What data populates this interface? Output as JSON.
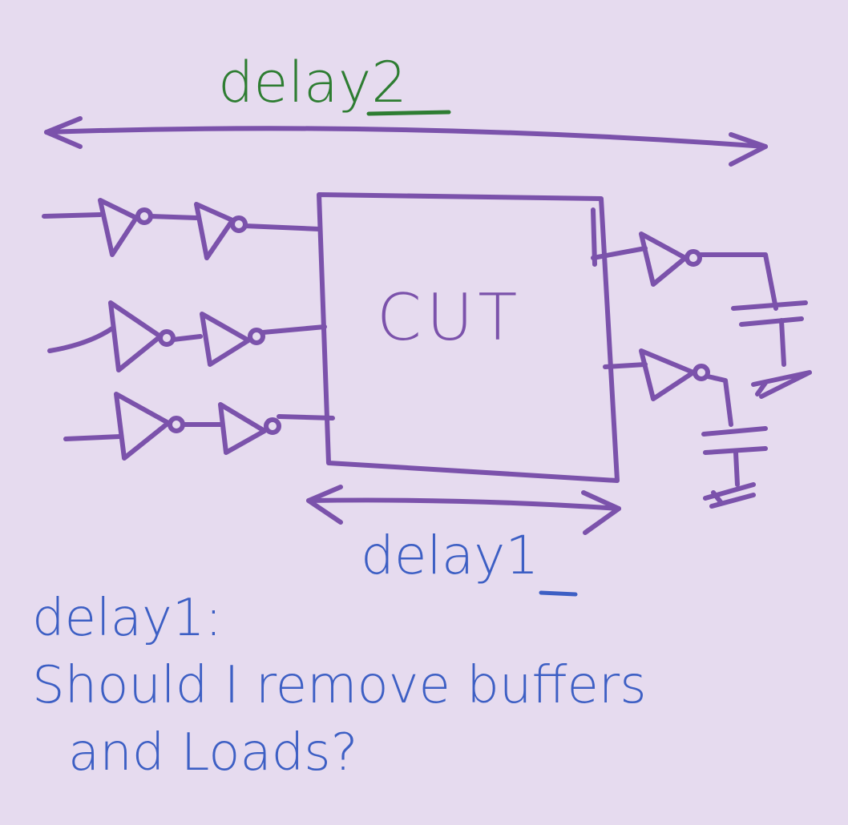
{
  "labels": {
    "top_delay": "delay2",
    "block": "CUT",
    "bottom_delay": "delay1"
  },
  "note": {
    "line1": "delay1:",
    "line2": "Should I remove buffers",
    "line3": "and Loads?"
  },
  "colors": {
    "background": "#e6dbef",
    "circuit": "#7b52ab",
    "delay2": "#2e7d32",
    "delay1": "#3d5fc4"
  }
}
